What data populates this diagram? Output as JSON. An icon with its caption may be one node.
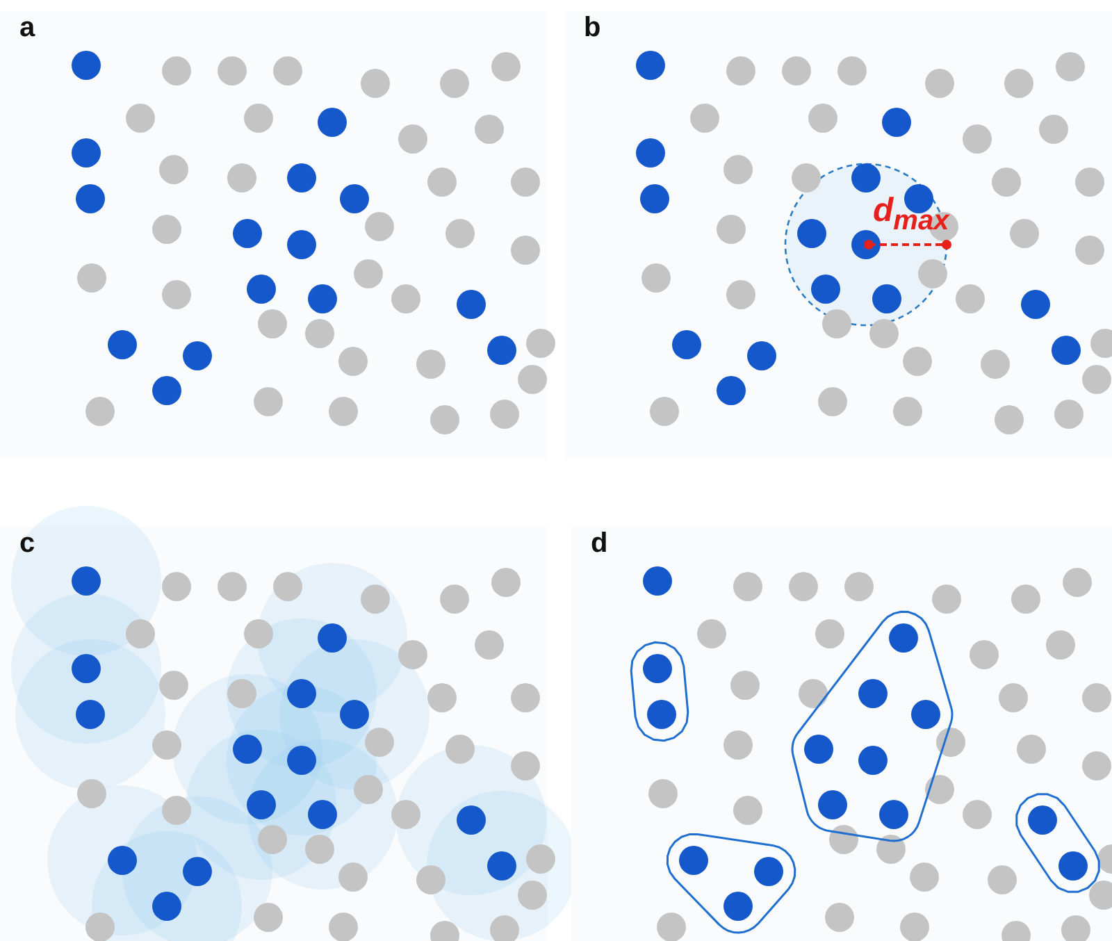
{
  "diagram": {
    "labels": [
      "a",
      "b",
      "c",
      "d",
      "d$_{max}$"
    ]
  }
}
